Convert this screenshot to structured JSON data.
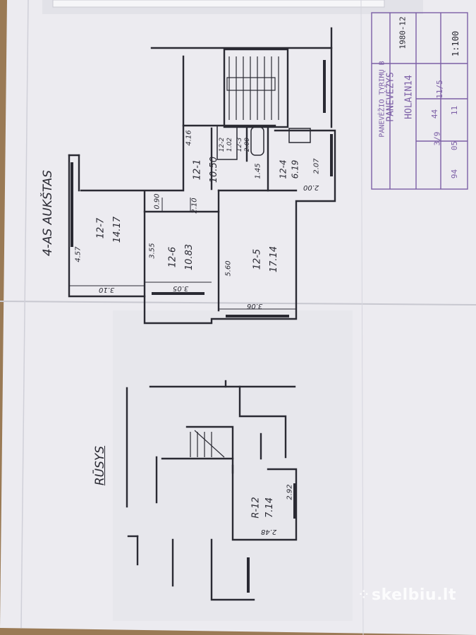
{
  "plan": {
    "floor_title": "4-AS AUKŠTAS",
    "basement_title": "RŪSYS",
    "rooms": [
      {
        "id": "12-7",
        "area": "14.17"
      },
      {
        "id": "12-6",
        "area": "10.83"
      },
      {
        "id": "12-5",
        "area": "17.14"
      },
      {
        "id": "12-1",
        "area": "10.50"
      },
      {
        "id": "12-4",
        "area": "6.19"
      },
      {
        "id": "12-2",
        "area": "1.02"
      },
      {
        "id": "12-3",
        "area": "2.00"
      }
    ],
    "basement_room": {
      "id": "R-12",
      "area": "7.14"
    },
    "dimensions": [
      "4.57",
      "3.10",
      "3.55",
      "3.05",
      "5.60",
      "3.06",
      "4.16",
      "0.90",
      "2.10",
      "1.45",
      "2.07",
      "2.00",
      "2.48",
      "2.92"
    ]
  },
  "stamp": {
    "line1": "PANEVĖŽIO TYRIMŲ B",
    "line2": "PANEVĖŽYS",
    "line3": "HOLAIN14",
    "values": [
      "3/9",
      "44",
      "11/5",
      "94",
      "05",
      "11"
    ],
    "scale": "1:100",
    "date": "1980-12"
  },
  "watermark": "skelbiu.lt",
  "colors": {
    "ink": "#2a2a33",
    "stamp": "#7c5fa6",
    "paper": "#eeeef2",
    "table": "#9a7a55"
  }
}
